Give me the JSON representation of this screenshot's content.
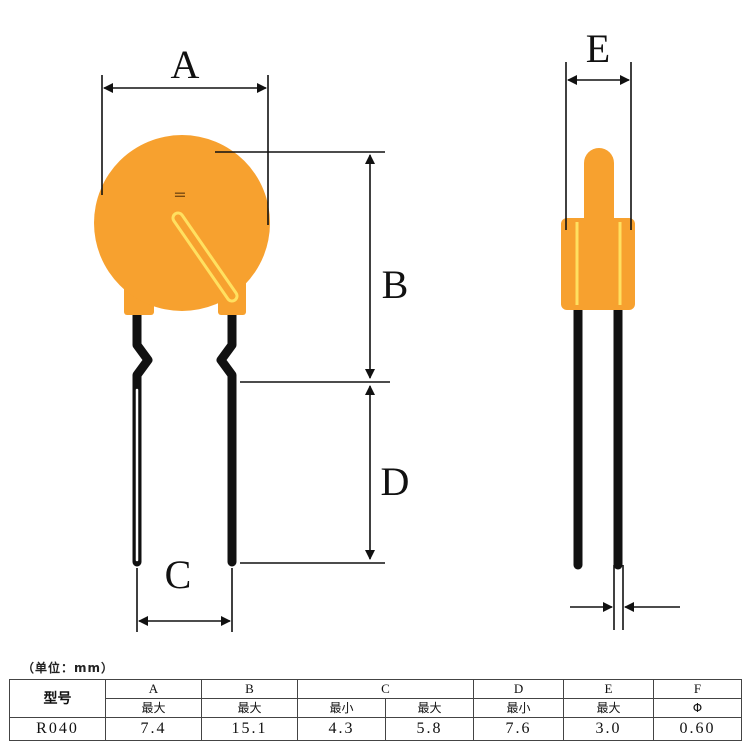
{
  "diagram": {
    "labels": {
      "a": "A",
      "b": "B",
      "c": "C",
      "d": "D",
      "e": "E"
    },
    "colors": {
      "body": "#F7A12F",
      "highlight": "#FFE060",
      "lead": "#111111",
      "line": "#111111"
    },
    "marking": "="
  },
  "unit_note": "（单位：mm）",
  "table": {
    "model_header": "型号",
    "columns": [
      "A",
      "B",
      "C",
      "D",
      "E",
      "F"
    ],
    "sub_headers": [
      "最大",
      "最大",
      "最小",
      "最大",
      "最小",
      "最大",
      "Φ"
    ],
    "rows": [
      {
        "model": "R040",
        "values": [
          "7.4",
          "15.1",
          "4.3",
          "5.8",
          "7.6",
          "3.0",
          "0.60"
        ]
      }
    ]
  }
}
